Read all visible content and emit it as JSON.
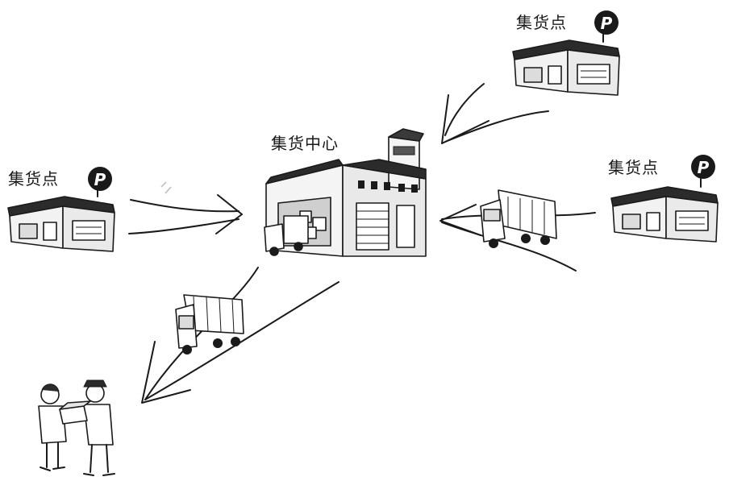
{
  "labels": {
    "center": "集货中心",
    "left_point": "集货点",
    "top_right_point": "集货点",
    "right_point": "集货点"
  },
  "icon_glyph": "P",
  "colors": {
    "ink": "#1a1a1a",
    "paper": "#ffffff",
    "roof": "#2b2b2b"
  }
}
